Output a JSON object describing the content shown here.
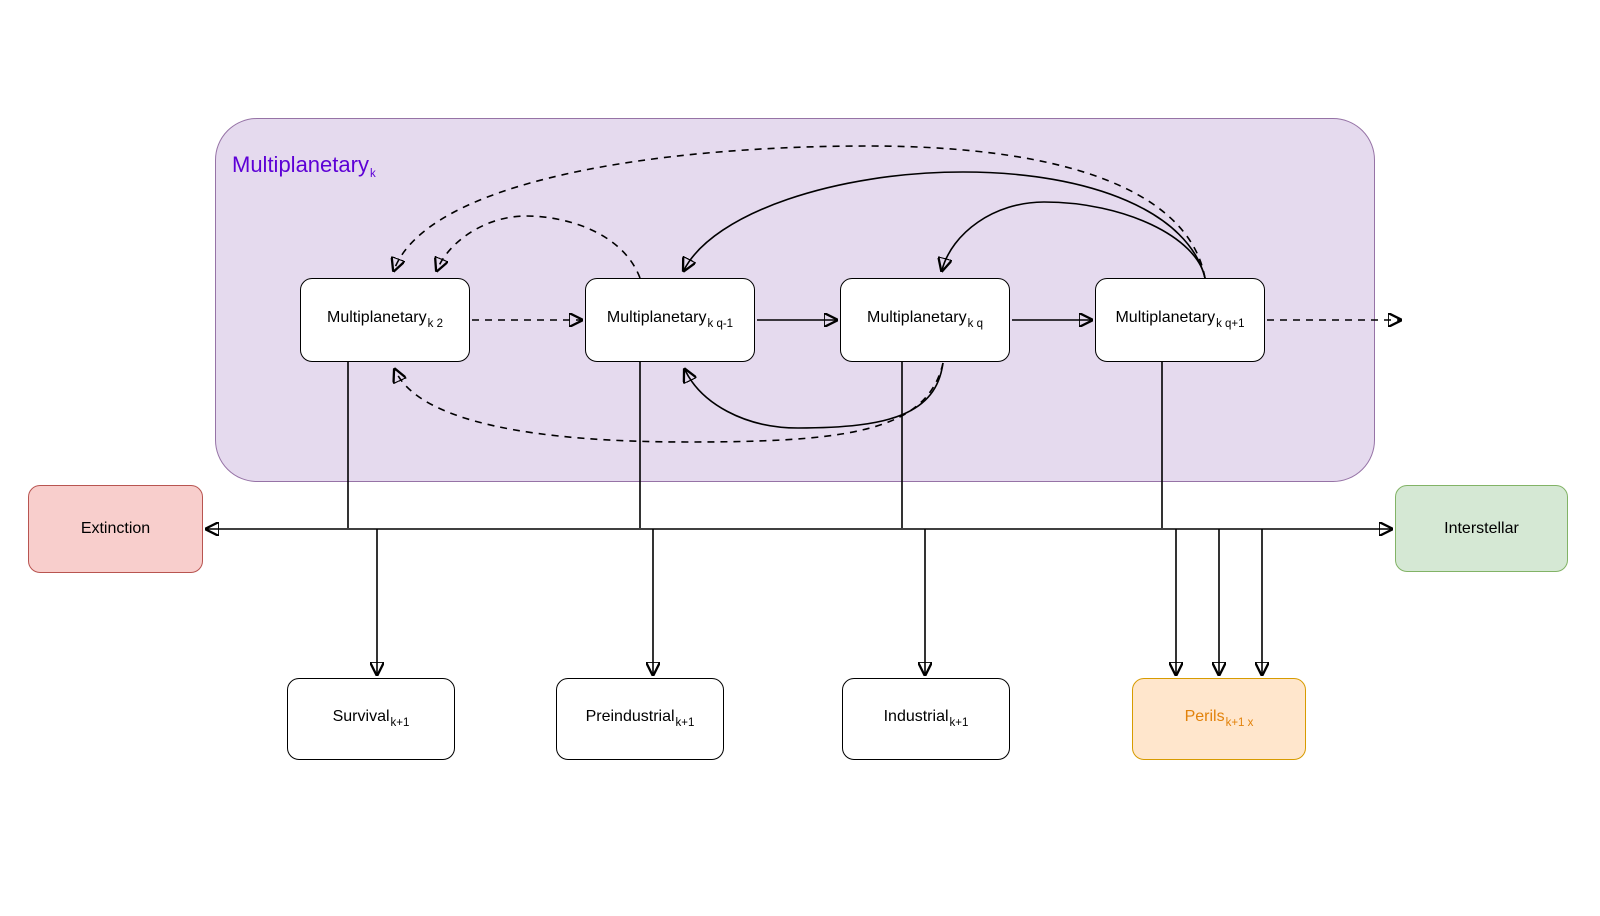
{
  "diagram": {
    "type": "state-transition-diagram",
    "description": "Multiplanetary state cluster with transitions to Extinction, Interstellar, Survival, Preindustrial, Industrial and Perils states"
  },
  "container": {
    "label": "Multiplanetary",
    "sub": "k"
  },
  "nodes": {
    "m2": {
      "label": "Multiplanetary",
      "sub": "k 2"
    },
    "mq_minus": {
      "label": "Multiplanetary",
      "sub": "k q-1"
    },
    "mq": {
      "label": "Multiplanetary",
      "sub": "k q"
    },
    "mq_plus": {
      "label": "Multiplanetary",
      "sub": "k q+1"
    },
    "extinction": {
      "label": "Extinction"
    },
    "interstellar": {
      "label": "Interstellar"
    },
    "survival": {
      "label": "Survival",
      "sub": "k+1"
    },
    "preindustrial": {
      "label": "Preindustrial",
      "sub": "k+1"
    },
    "industrial": {
      "label": "Industrial",
      "sub": "k+1"
    },
    "perils": {
      "label": "Perils",
      "sub": "k+1 x"
    }
  },
  "edges": [
    {
      "from": "Multiplanetary k 2",
      "to": "Multiplanetary k q-1",
      "style": "dashed",
      "route": "direct"
    },
    {
      "from": "Multiplanetary k q-1",
      "to": "Multiplanetary k q",
      "style": "solid",
      "route": "direct"
    },
    {
      "from": "Multiplanetary k q",
      "to": "Multiplanetary k q+1",
      "style": "solid",
      "route": "direct"
    },
    {
      "from": "Multiplanetary k q+1",
      "to": "continues right (off container)",
      "style": "dashed",
      "route": "direct"
    },
    {
      "from": "Multiplanetary k q+1",
      "to": "Multiplanetary k 2",
      "style": "dashed",
      "route": "top-arc"
    },
    {
      "from": "Multiplanetary k q+1",
      "to": "Multiplanetary k q-1",
      "style": "solid",
      "route": "top-arc"
    },
    {
      "from": "Multiplanetary k q+1",
      "to": "Multiplanetary k q",
      "style": "solid",
      "route": "top-arc"
    },
    {
      "from": "Multiplanetary k q-1",
      "to": "Multiplanetary k 2",
      "style": "dashed",
      "route": "top-arc"
    },
    {
      "from": "Multiplanetary k q",
      "to": "Multiplanetary k q-1",
      "style": "solid",
      "route": "bottom-arc"
    },
    {
      "from": "Multiplanetary k q",
      "to": "Multiplanetary k 2",
      "style": "dashed",
      "route": "bottom-arc"
    },
    {
      "from": "all multiplanetary states via spine",
      "to": "Extinction",
      "style": "solid"
    },
    {
      "from": "all multiplanetary states via spine",
      "to": "Interstellar",
      "style": "solid"
    },
    {
      "from": "Multiplanetary k 2",
      "to": "Survival k+1",
      "style": "solid"
    },
    {
      "from": "Multiplanetary k q-1",
      "to": "Preindustrial k+1",
      "style": "solid"
    },
    {
      "from": "Multiplanetary k q",
      "to": "Industrial k+1",
      "style": "solid"
    },
    {
      "from": "Multiplanetary k q+1",
      "to": "Perils k+1 x",
      "style": "solid",
      "arrow_count": 3
    }
  ],
  "colors": {
    "container_fill": "#E5DAEE",
    "container_stroke": "#9673A6",
    "container_text": "#5D00D6",
    "extinction_fill": "#F8CECC",
    "extinction_stroke": "#B85450",
    "interstellar_fill": "#D5E8D4",
    "interstellar_stroke": "#82B366",
    "perils_fill": "#FFE6CC",
    "perils_stroke": "#D79B00",
    "perils_text": "#E2820A",
    "node_fill": "#FFFFFF",
    "node_stroke": "#000000",
    "edge": "#000000",
    "background": "#FFFFFF"
  }
}
